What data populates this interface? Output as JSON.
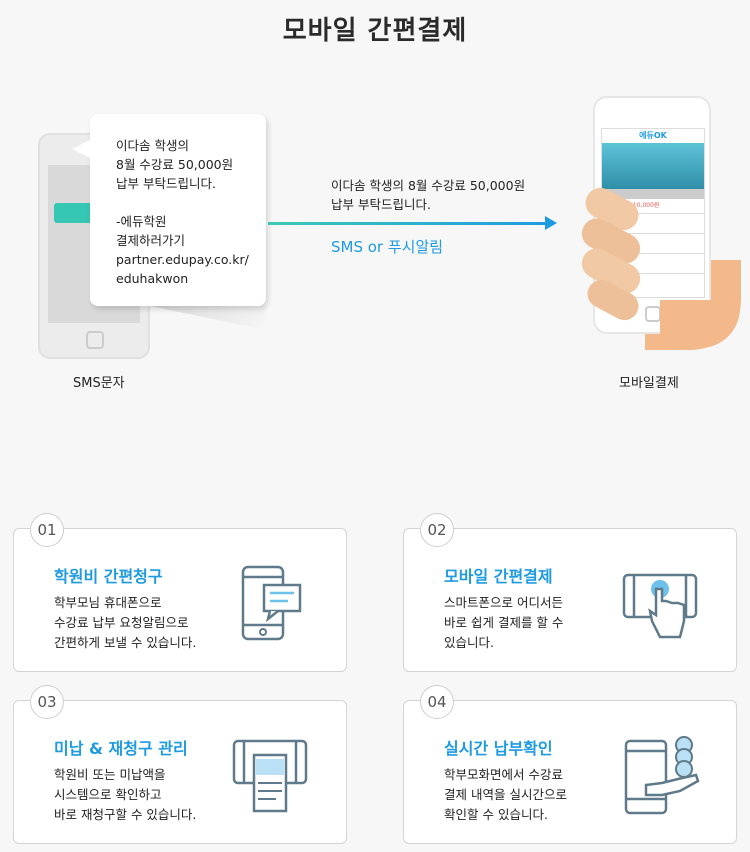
{
  "header": {
    "title": "모바일 간편결제"
  },
  "illustration": {
    "sms_message": "이다솜 학생의\n8월 수강료 50,000원\n납부 부탁드립니다.\n\n-에듀학원\n결제하러가기\npartner.edupay.co.kr/\neduhakwon",
    "arrow_message": "이다솜 학생의 8월 수강료 50,000원\n납부 부탁드립니다.",
    "channel": "SMS or 푸시알림",
    "left_label": "SMS문자",
    "right_label": "모바일결제",
    "phone_logo": "에듀OK",
    "phone_amount": "총미납액 : 10,000원"
  },
  "features": [
    {
      "num": "01",
      "title": "학원비 간편청구",
      "desc": "학부모님 휴대폰으로\n수강료 납부 요청알림으로\n간편하게 보낼 수 있습니다.",
      "icon": "phone-message-icon"
    },
    {
      "num": "02",
      "title": "모바일 간편결제",
      "desc": "스마트폰으로 어디서든\n바로 쉽게 결제를 할 수\n있습니다.",
      "icon": "touch-phone-icon"
    },
    {
      "num": "03",
      "title": "미납 & 재청구 관리",
      "desc": "학원비 또는 미납액을\n시스템으로 확인하고\n바로 재청구할 수 있습니다.",
      "icon": "receipt-phone-icon"
    },
    {
      "num": "04",
      "title": "실시간 납부확인",
      "desc": "학부모화면에서 수강료\n결제 내역을 실시간으로\n확인할 수 있습니다.",
      "icon": "coin-hand-phone-icon"
    }
  ],
  "colors": {
    "accent": "#1e9be0",
    "teal": "#3cc9b4",
    "icon_stroke": "#5f7a8a"
  }
}
